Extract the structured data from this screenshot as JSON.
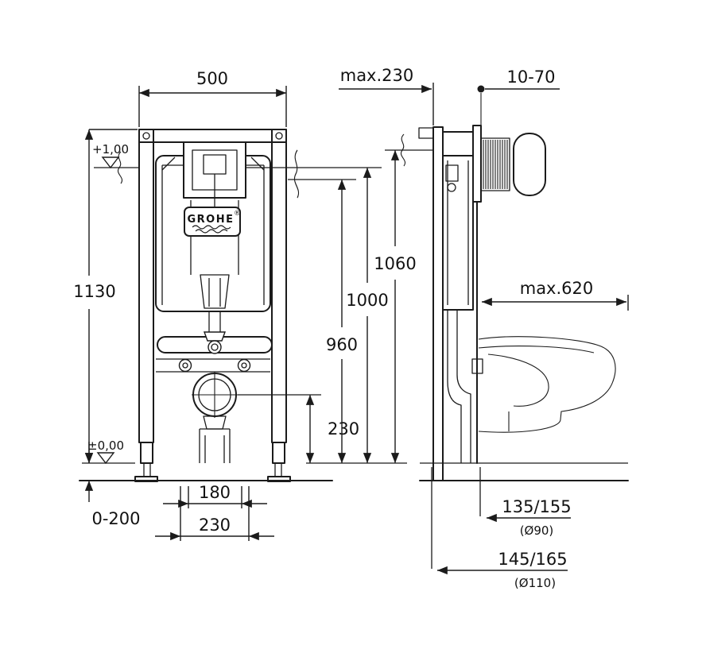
{
  "brand": {
    "name": "GROHE",
    "registered": "®"
  },
  "front": {
    "width": "500",
    "height": "1130",
    "level_top": "+1,00",
    "level_floor": "±0,00",
    "foot_adjust": "0-200",
    "fix_inner": "180",
    "fix_outer": "230",
    "outlet_height": "230",
    "h960": "960",
    "h1000": "1000",
    "h1060": "1060"
  },
  "side": {
    "frame_depth": "max.230",
    "plate_range": "10-70",
    "bowl_depth": "max.620",
    "outlet_a": "135/155",
    "outlet_a_dia": "(Ø90)",
    "outlet_b": "145/165",
    "outlet_b_dia": "(Ø110)"
  }
}
